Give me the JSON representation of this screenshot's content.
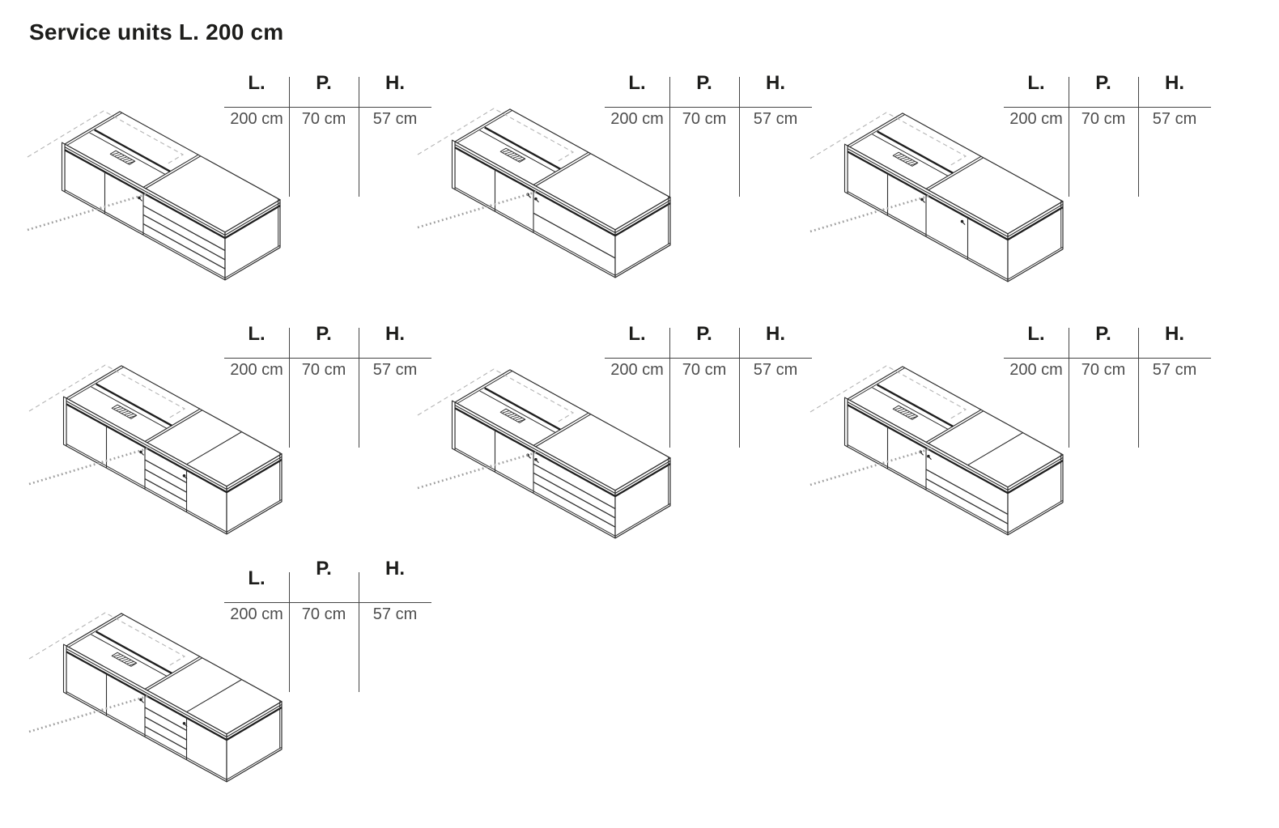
{
  "title": "Service units L. 200 cm",
  "dimensions_table": {
    "headers": [
      "L.",
      "P.",
      "H."
    ],
    "values": [
      "200 cm",
      "70 cm",
      "57 cm"
    ]
  },
  "palette": {
    "text": "#1d1d1b",
    "muted_text": "#4d4d4d",
    "table_rule": "#454545",
    "drawing_line": "#2e2e2e",
    "drawing_accent": "#1f1f1f",
    "desk_dash": "#b5b5b5",
    "desk_dash_bold": "#9e9e9e"
  },
  "units": [
    {
      "depicts": "service unit with 2 doors and drawer stack right",
      "front_divisions": [
        0.25,
        0.49
      ],
      "drawer_section": {
        "start": 0.49,
        "end": 1.0,
        "lines": [
          0.3,
          0.53,
          0.76
        ]
      },
      "top_divisions": [
        0.49
      ],
      "keyholes": [
        0.49
      ]
    },
    {
      "depicts": "service unit with 2 doors and 2 wide drawers right",
      "front_divisions": [
        0.25,
        0.49
      ],
      "drawer_section": {
        "start": 0.49,
        "end": 1.0,
        "lines": [
          0.55
        ]
      },
      "top_divisions": [
        0.49
      ],
      "keyholes": [
        0.48,
        0.53
      ]
    },
    {
      "depicts": "service unit with 4 doors",
      "front_divisions": [
        0.25,
        0.49,
        0.75
      ],
      "drawer_section": null,
      "top_divisions": [
        0.49
      ],
      "keyholes": [
        0.49,
        0.74
      ]
    },
    {
      "depicts": "service unit with 2 doors, drawer stack and 1 door",
      "front_divisions": [
        0.25,
        0.49,
        0.75
      ],
      "drawer_section": {
        "start": 0.49,
        "end": 0.75,
        "lines": [
          0.3,
          0.54,
          0.78
        ]
      },
      "top_divisions": [
        0.49,
        0.75
      ],
      "keyholes": [
        0.49,
        0.76
      ]
    },
    {
      "depicts": "service unit with 2 doors and drawer stack right",
      "front_divisions": [
        0.25,
        0.49
      ],
      "drawer_section": {
        "start": 0.49,
        "end": 1.0,
        "lines": [
          0.3,
          0.53,
          0.76
        ]
      },
      "top_divisions": [
        0.49
      ],
      "keyholes": [
        0.48,
        0.53
      ]
    },
    {
      "depicts": "service unit with 2 doors and 3 wide drawers right",
      "front_divisions": [
        0.25,
        0.49
      ],
      "drawer_section": {
        "start": 0.49,
        "end": 1.0,
        "lines": [
          0.52,
          0.76
        ]
      },
      "top_divisions": [
        0.49,
        0.75
      ],
      "keyholes": [
        0.48,
        0.53
      ]
    },
    {
      "depicts": "service unit with 2 doors, drawer stack and 1 door",
      "front_divisions": [
        0.25,
        0.49,
        0.75
      ],
      "drawer_section": {
        "start": 0.49,
        "end": 0.75,
        "lines": [
          0.3,
          0.54,
          0.78
        ]
      },
      "top_divisions": [
        0.49,
        0.75
      ],
      "keyholes": [
        0.49,
        0.76
      ]
    }
  ]
}
